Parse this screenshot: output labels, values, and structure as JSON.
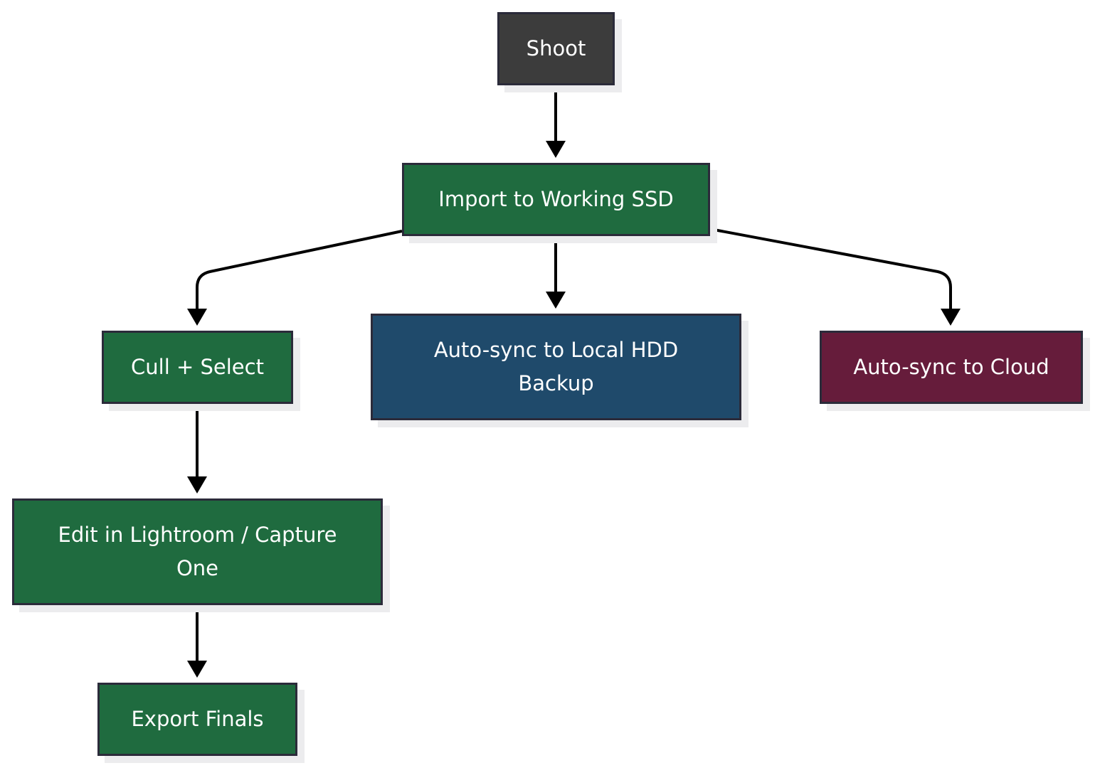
{
  "diagram": {
    "nodes": {
      "shoot": {
        "label": "Shoot",
        "color": "#3c3c3c"
      },
      "import": {
        "label": "Import to Working SSD",
        "color": "#1f6b3f"
      },
      "cull": {
        "label": "Cull + Select",
        "color": "#1f6b3f"
      },
      "hdd": {
        "label": "Auto-sync to Local HDD Backup",
        "color": "#1f4a6b"
      },
      "cloud": {
        "label": "Auto-sync to Cloud",
        "color": "#661c3b"
      },
      "edit": {
        "label": "Edit in Lightroom / Capture One",
        "color": "#1f6b3f"
      },
      "export": {
        "label": "Export Finals",
        "color": "#1f6b3f"
      }
    },
    "edges": [
      {
        "from": "shoot",
        "to": "import"
      },
      {
        "from": "import",
        "to": "cull"
      },
      {
        "from": "import",
        "to": "hdd"
      },
      {
        "from": "import",
        "to": "cloud"
      },
      {
        "from": "cull",
        "to": "edit"
      },
      {
        "from": "edit",
        "to": "export"
      }
    ]
  }
}
